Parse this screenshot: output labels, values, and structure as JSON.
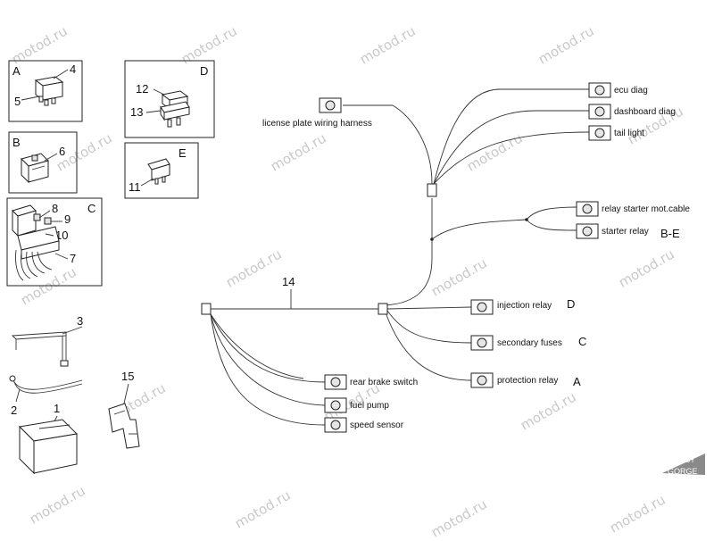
{
  "watermark": "motod.ru",
  "logo": {
    "line1": "BY",
    "line2": "GORGE"
  },
  "panels": {
    "A": {
      "letter": "A",
      "n1": "4",
      "n2": "5"
    },
    "B": {
      "letter": "B",
      "n1": "6"
    },
    "C": {
      "letter": "C",
      "n1": "8",
      "n2": "9",
      "n3": "10",
      "n4": "7"
    },
    "D": {
      "letter": "D",
      "n1": "12",
      "n2": "13"
    },
    "E": {
      "letter": "E",
      "n1": "11"
    }
  },
  "parts": {
    "p3": "3",
    "p2": "2",
    "p1": "1",
    "p15": "15",
    "p14": "14"
  },
  "connectors": {
    "license_plate": "license plate wiring harness",
    "ecu_diag": "ecu diag",
    "dashboard_diag": "dashboard diag",
    "tail_light": "tail light",
    "relay_starter_mot": "relay starter mot.cable",
    "starter_relay": "starter relay",
    "injection_relay": "injection relay",
    "secondary_fuses": "secondary fuses",
    "protection_relay": "protection relay",
    "rear_brake": "rear brake switch",
    "fuel_pump": "fuel pump",
    "speed_sensor": "speed sensor"
  },
  "connector_tags": {
    "starter_relay": "B-E",
    "injection_relay": "D",
    "secondary_fuses": "C",
    "protection_relay": "A"
  }
}
